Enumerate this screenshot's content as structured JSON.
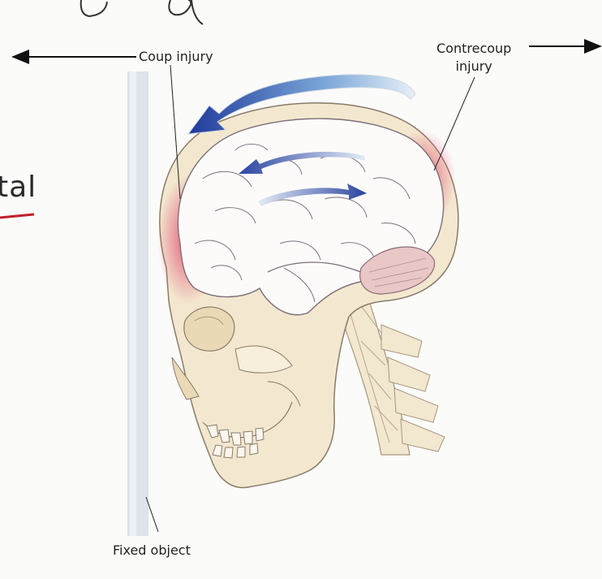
{
  "labels": {
    "coup": "Coup injury",
    "contrecoup_line1": "Contrecoup",
    "contrecoup_line2": "injury",
    "fixed_object": "Fixed object",
    "partial_heading": "tal"
  },
  "colors": {
    "injury": "#e0436e",
    "arrow": "#2f4fa8",
    "bone": "#f3e8cf",
    "outline": "#8a7a6a",
    "wall": "#dde4ea"
  }
}
